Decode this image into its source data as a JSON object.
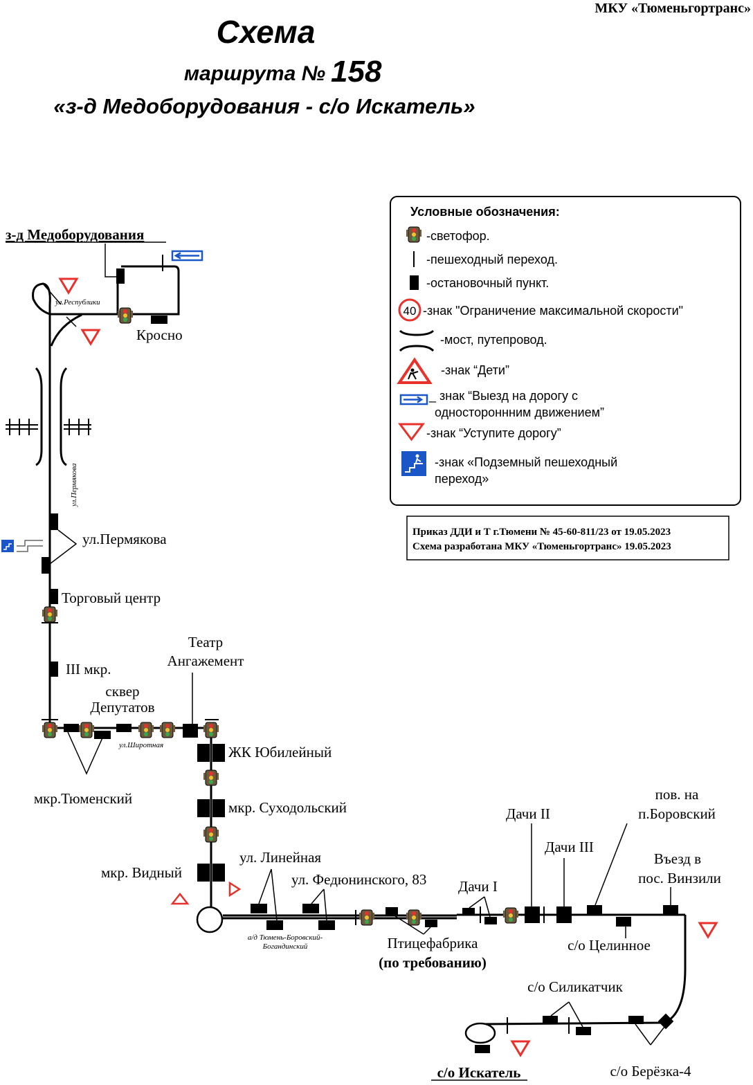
{
  "header": {
    "org": "МКУ «Тюменьгортранс»",
    "title_line1": "Схема",
    "title_line2_prefix": "маршрута №",
    "route_number": "158",
    "title_line3": "«з-д Медоборудования - с/о Искатель»"
  },
  "legend": {
    "title": "Условные обозначения:",
    "items": [
      {
        "icon": "traffic-light-icon",
        "label": "-светофор."
      },
      {
        "icon": "crosswalk-icon",
        "label": "-пешеходный переход."
      },
      {
        "icon": "stop-icon",
        "label": "-остановочный пункт."
      },
      {
        "icon": "speed-limit-icon",
        "sign_text": "40",
        "label": "-знак \"Ограничение максимальной скорости\""
      },
      {
        "icon": "bridge-icon",
        "label": "-мост, путепровод."
      },
      {
        "icon": "children-sign-icon",
        "label": "-знак “Дети”"
      },
      {
        "icon": "one-way-sign-icon",
        "label": "_ знак “Выезд на дорогу с",
        "label2": "одностороннним движением”"
      },
      {
        "icon": "yield-sign-icon",
        "label": "-знак “Уступите дорогу”"
      },
      {
        "icon": "underpass-sign-icon",
        "label": "-знак «Подземный пешеходный",
        "label2": "переход»"
      }
    ]
  },
  "order": {
    "line1": "Приказ ДДИ и Т г.Тюмени № 45-60-811/23 от 19.05.2023",
    "line2": "Схема разработана МКУ «Тюменьгортранс» 19.05.2023"
  },
  "streets": {
    "respubliki": "ул.Республики",
    "permyakova": "ул.Пермякова",
    "shirotnaya": "ул.Широтная",
    "highway_line1": "а/д Тюмень-Боровский-",
    "highway_line2": "Богандинский"
  },
  "stops": {
    "terminal_start": "з-д Медоборудования",
    "krosno": "Кросно",
    "permyakova": "ул.Пермякова",
    "trade_center": "Торговый центр",
    "iii_mkr": "III мкр.",
    "sq_deputatov_1": "сквер",
    "sq_deputatov_2": "Депутатов",
    "teatr_1": "Театр",
    "teatr_2": "Ангажемент",
    "tyumensky": "мкр.Тюменский",
    "yubileyny": "ЖК Юбилейный",
    "sukhodolsky": "мкр. Суходольский",
    "vidny": "мкр. Видный",
    "lineynaya": "ул. Линейная",
    "fedyuninskogo": "ул. Федюнинского, 83",
    "ptitsefabrika_1": "Птицефабрика",
    "ptitsefabrika_2": "(по требованию)",
    "dachi_i": "Дачи I",
    "dachi_ii": "Дачи II",
    "dachi_iii": "Дачи III",
    "borovsky_1": "пов. на",
    "borovsky_2": "п.Боровский",
    "vinzili_1": "Въезд в",
    "vinzili_2": "пос. Винзили",
    "tselinnoe": "с/о Целинное",
    "silikatchik": "с/о Силикатчик",
    "beryozka": "с/о Берёзка-4",
    "terminal_end": "с/о Искатель"
  },
  "colors": {
    "road": "#000000",
    "sign_red": "#e8312b",
    "sign_blue": "#1a56c8",
    "traffic_light": "#6b5a3e"
  }
}
